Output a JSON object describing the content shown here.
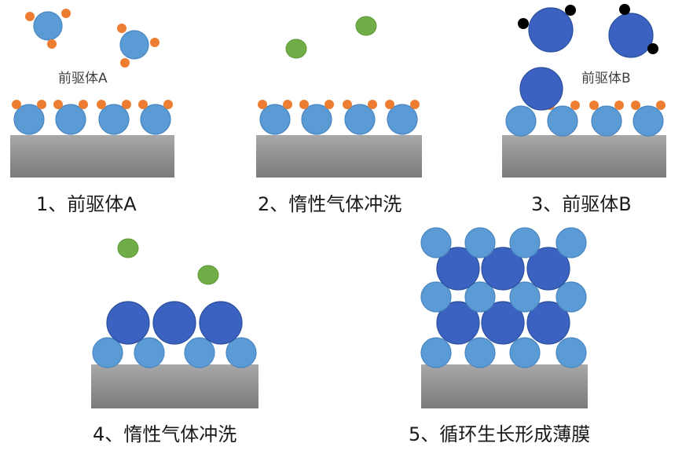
{
  "palette": {
    "substrate_top": "#a8a8a8",
    "substrate_bottom": "#7a7a7a",
    "atom_light": "#5b9bd5",
    "atom_light_stroke": "#4a86c0",
    "atom_dark": "#3b62c0",
    "atom_dark_stroke": "#2c4f9c",
    "ligand_orange": "#ed7d31",
    "ligand_black": "#000000",
    "purge_gas_green": "#70ad47"
  },
  "precursor_a_label": "前驱体A",
  "precursor_b_label": "前驱体B",
  "steps": [
    {
      "caption": "1、前驱体A"
    },
    {
      "caption": "2、惰性气体冲洗"
    },
    {
      "caption": "3、前驱体B"
    },
    {
      "caption": "4、惰性气体冲洗"
    },
    {
      "caption": "5、循环生长形成薄膜"
    }
  ]
}
